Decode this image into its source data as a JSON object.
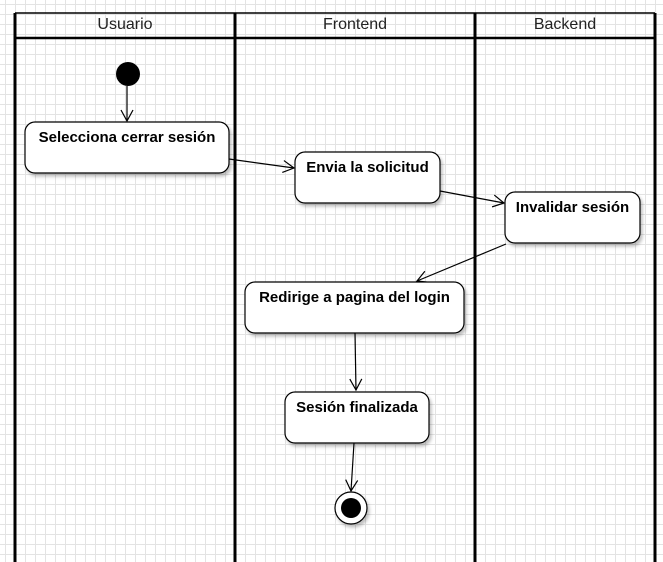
{
  "swimlanes": [
    "Usuario",
    "Frontend",
    "Backend"
  ],
  "activities": [
    {
      "id": "a1",
      "label": "Selecciona cerrar sesión",
      "lane": "Usuario"
    },
    {
      "id": "a2",
      "label": "Envia la solicitud",
      "lane": "Frontend"
    },
    {
      "id": "a3",
      "label": "Invalidar sesión",
      "lane": "Backend"
    },
    {
      "id": "a4",
      "label": "Redirige a pagina del login",
      "lane": "Frontend"
    },
    {
      "id": "a5",
      "label": "Sesión finalizada",
      "lane": "Frontend"
    }
  ],
  "flow": [
    "initial",
    "a1",
    "a2",
    "a3",
    "a4",
    "a5",
    "final"
  ]
}
